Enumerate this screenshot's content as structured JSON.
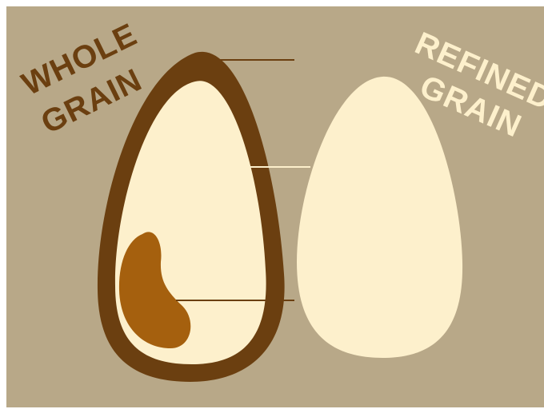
{
  "labels": {
    "whole_grain_line1": "WHOLE",
    "whole_grain_line2": "GRAIN",
    "refined_grain_line1": "REFINED",
    "refined_grain_line2": "GRAIN"
  },
  "colors": {
    "background": "#b8a888",
    "bran": "#6b3f10",
    "endosperm": "#fdf0cc",
    "germ": "#a5600e",
    "leader_line": "#6b3f10",
    "leader_line_light": "#fdf0cc"
  }
}
